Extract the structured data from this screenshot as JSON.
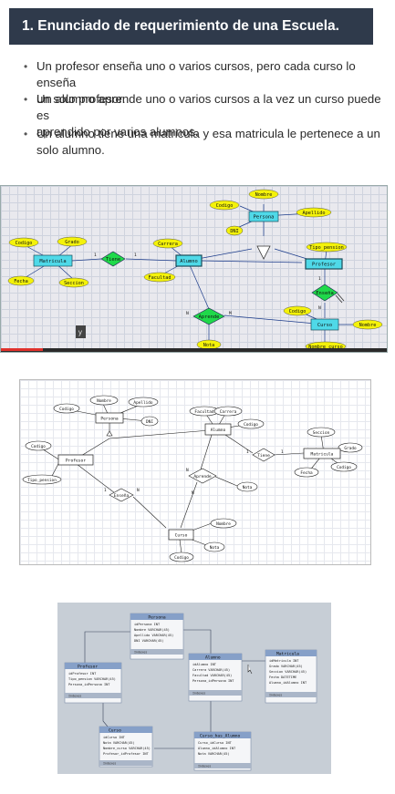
{
  "slide": {
    "title": "1. Enunciado de requerimiento de una Escuela.",
    "bullets": [
      {
        "line1": "Un profesor enseña uno o varios cursos, pero cada curso lo enseña",
        "line2": "un solo profesor."
      },
      {
        "line1": "Un alumno aprende uno o varios cursos a la vez un curso puede es",
        "line2": "aprendido por varios alumnos."
      },
      {
        "line1": "Un alumno tiene una matricula y esa matricula le pertenece a un",
        "line2": "solo alumno."
      }
    ]
  },
  "diagram1": {
    "entities": [
      "Persona",
      "Matricula",
      "Alumno",
      "Profesor",
      "Curso"
    ],
    "relations": [
      "Tiene",
      "Aprende",
      "Enseña"
    ],
    "attributes": [
      "Nombre",
      "Codigo",
      "DNI",
      "Apellido",
      "Codigo",
      "Grado",
      "Carrera",
      "Tipo_pension",
      "Fecha",
      "Seccion",
      "Facultad",
      "Codigo",
      "Nombre",
      "Nota",
      "Nombre_curso"
    ],
    "cardinalities": [
      "1",
      "1",
      "N",
      "M",
      "1",
      "N"
    ],
    "colors": {
      "entity": "#4fd9e8",
      "relation": "#1fd94a",
      "attribute": "#f4f20a",
      "frame": "#1c1c3e",
      "progress": "#e0322c"
    }
  },
  "diagram2": {
    "entities": [
      "Persona",
      "Alumno",
      "Profesor",
      "Matricula",
      "Curso"
    ],
    "relations": [
      "Tiene",
      "Enseña",
      "Aprende"
    ],
    "attributes": [
      "Nombre",
      "Apellido",
      "Codigo",
      "DNI",
      "Facultad",
      "Carrera",
      "Codigo",
      "Codigo",
      "Tipo_pension",
      "Seccion",
      "Grado",
      "Codigo",
      "Fecha",
      "Nota",
      "Nombre",
      "Nota",
      "Codigo"
    ],
    "cardinalities": [
      "1",
      "1",
      "1",
      "N",
      "N",
      "M"
    ]
  },
  "diagram3": {
    "tables": [
      {
        "name": "Persona",
        "cols": [
          "idPersona INT",
          "Nombre VARCHAR(45)",
          "Apellido VARCHAR(45)",
          "DNI VARCHAR(45)"
        ]
      },
      {
        "name": "Profesor",
        "cols": [
          "idProfesor INT",
          "Tipo_pension VARCHAR(45)",
          "Persona_idPersona INT"
        ]
      },
      {
        "name": "Alumno",
        "cols": [
          "idAlumno INT",
          "Carrera VARCHAR(45)",
          "Facultad VARCHAR(45)",
          "Persona_idPersona INT"
        ]
      },
      {
        "name": "Matricula",
        "cols": [
          "idMatricula INT",
          "Grado VARCHAR(45)",
          "Seccion VARCHAR(45)",
          "Fecha DATETIME",
          "Alumno_idAlumno INT"
        ]
      },
      {
        "name": "Curso",
        "cols": [
          "idCurso INT",
          "Nota VARCHAR(45)",
          "Nombre_curso VARCHAR(45)",
          "Profesor_idProfesor INT"
        ]
      },
      {
        "name": "Curso_has_Alumno",
        "cols": [
          "Curso_idCurso INT",
          "Alumno_idAlumno INT",
          "Nota VARCHAR(45)"
        ]
      }
    ],
    "footer_label": "Indexes"
  }
}
